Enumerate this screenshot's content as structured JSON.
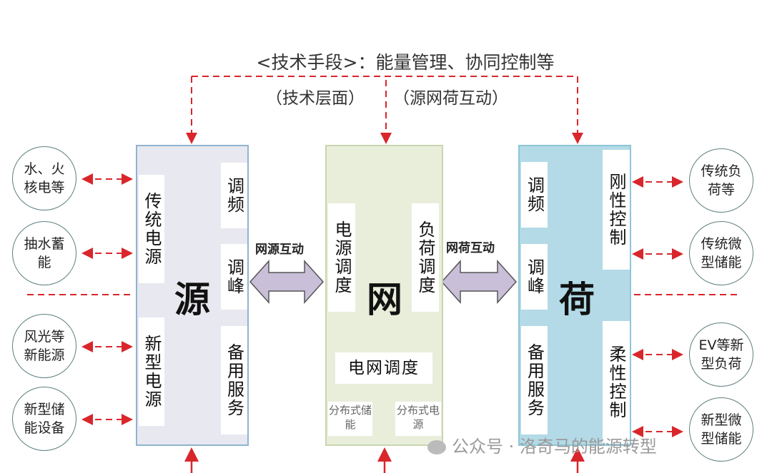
{
  "top": {
    "technique": "<技术手段>：能量管理、协同控制等",
    "tech_level": "（技术层面）",
    "interaction": "（源网荷互动）"
  },
  "source": {
    "title": "源",
    "traditional": "传统电源",
    "new_type": "新型电源",
    "freq": "调频",
    "peak": "调峰",
    "reserve": "备用服务",
    "circles": [
      "水、火核电等",
      "抽水蓄能",
      "风光等新能源",
      "新型储能设备"
    ]
  },
  "grid": {
    "title": "网",
    "source_dispatch": "电源调度",
    "load_dispatch": "负荷调度",
    "grid_dispatch": "电网调度",
    "dist_storage": "分布式储能",
    "dist_source": "分布式电源"
  },
  "load": {
    "title": "荷",
    "freq": "调频",
    "peak": "调峰",
    "reserve": "备用服务",
    "rigid": "刚性控制",
    "flexible": "柔性控制",
    "circles": [
      "传统负荷等",
      "传统微型储能",
      "EV等新型负荷",
      "新型微型储能"
    ]
  },
  "links": {
    "grid_source": "网源互动",
    "grid_load": "网荷互动"
  },
  "watermark": "公众号 · 洛奇马的能源转型",
  "colors": {
    "arrow_red": "#d9262b",
    "source_bg": "#e8e8f0",
    "grid_bg": "#e9eedb",
    "load_bg": "#b3dae6",
    "double_arrow": "#c9bfd8"
  }
}
